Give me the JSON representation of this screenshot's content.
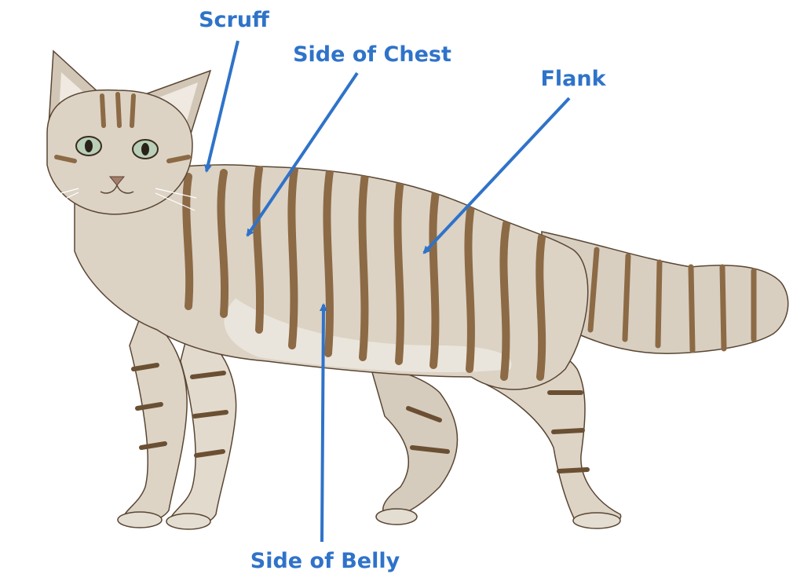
{
  "labels": {
    "scruff": "Scruff",
    "side_of_chest": "Side of Chest",
    "flank": "Flank",
    "side_of_belly": "Side of Belly"
  },
  "colors": {
    "label_blue": "#2f73c9",
    "fur_light": "#e4ddd2",
    "fur_mid": "#cfc4b3",
    "stripe_brown": "#8c6a45",
    "stripe_dark": "#6b4f33",
    "outline": "#5a4633",
    "eye_green": "#b9cfb8"
  },
  "icons": {
    "figure": "tabby-cat-illustration"
  }
}
